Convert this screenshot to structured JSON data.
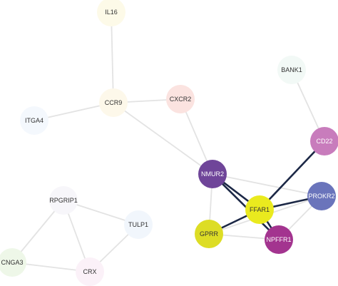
{
  "network": {
    "nodes": [
      {
        "id": "IL16",
        "label": "IL16",
        "fill": "#fdfae8",
        "text": "#333333"
      },
      {
        "id": "CCR9",
        "label": "CCR9",
        "fill": "#fdf8ea",
        "text": "#333333"
      },
      {
        "id": "CXCR2",
        "label": "CXCR2",
        "fill": "#fbe3e0",
        "text": "#333333"
      },
      {
        "id": "ITGA4",
        "label": "ITGA4",
        "fill": "#f4f8fd",
        "text": "#333333"
      },
      {
        "id": "BANK1",
        "label": "BANK1",
        "fill": "#f2f9f6",
        "text": "#333333"
      },
      {
        "id": "CD22",
        "label": "CD22",
        "fill": "#c87cbc",
        "text": "#ffffff"
      },
      {
        "id": "NMUR2",
        "label": "NMUR2",
        "fill": "#6f4599",
        "text": "#ffffff"
      },
      {
        "id": "PROKR2",
        "label": "PROKR2",
        "fill": "#6a74bb",
        "text": "#ffffff"
      },
      {
        "id": "FFAR1",
        "label": "FFAR1",
        "fill": "#eaea1e",
        "text": "#333333"
      },
      {
        "id": "GPRR",
        "label": "GPRR",
        "fill": "#dddd25",
        "text": "#333333"
      },
      {
        "id": "NPFFR1",
        "label": "NPFFR1",
        "fill": "#a3348f",
        "text": "#ffffff"
      },
      {
        "id": "RPGRIP1",
        "label": "RPGRIP1",
        "fill": "#f7f6fa",
        "text": "#333333"
      },
      {
        "id": "TULP1",
        "label": "TULP1",
        "fill": "#f1f6fc",
        "text": "#333333"
      },
      {
        "id": "CNGA3",
        "label": "CNGA3",
        "fill": "#eef7e8",
        "text": "#333333"
      },
      {
        "id": "CRX",
        "label": "CRX",
        "fill": "#fbf1f8",
        "text": "#333333"
      }
    ],
    "edges": [
      {
        "source": "IL16",
        "target": "CCR9",
        "weight": "weak"
      },
      {
        "source": "CCR9",
        "target": "CXCR2",
        "weight": "weak"
      },
      {
        "source": "CCR9",
        "target": "ITGA4",
        "weight": "weak"
      },
      {
        "source": "CCR9",
        "target": "NMUR2",
        "weight": "weak"
      },
      {
        "source": "CXCR2",
        "target": "NMUR2",
        "weight": "weak"
      },
      {
        "source": "BANK1",
        "target": "CD22",
        "weight": "weak"
      },
      {
        "source": "NMUR2",
        "target": "PROKR2",
        "weight": "weak"
      },
      {
        "source": "NMUR2",
        "target": "GPRR",
        "weight": "weak"
      },
      {
        "source": "GPRR",
        "target": "NPFFR1",
        "weight": "weak"
      },
      {
        "source": "PROKR2",
        "target": "GPRR",
        "weight": "weak"
      },
      {
        "source": "PROKR2",
        "target": "NPFFR1",
        "weight": "weak"
      },
      {
        "source": "NMUR2",
        "target": "FFAR1",
        "weight": "strong"
      },
      {
        "source": "NMUR2",
        "target": "NPFFR1",
        "weight": "strong"
      },
      {
        "source": "CD22",
        "target": "FFAR1",
        "weight": "strong"
      },
      {
        "source": "FFAR1",
        "target": "PROKR2",
        "weight": "strong"
      },
      {
        "source": "FFAR1",
        "target": "GPRR",
        "weight": "strong"
      },
      {
        "source": "FFAR1",
        "target": "NPFFR1",
        "weight": "strong"
      },
      {
        "source": "RPGRIP1",
        "target": "TULP1",
        "weight": "weak"
      },
      {
        "source": "RPGRIP1",
        "target": "CNGA3",
        "weight": "weak"
      },
      {
        "source": "RPGRIP1",
        "target": "CRX",
        "weight": "weak"
      },
      {
        "source": "TULP1",
        "target": "CRX",
        "weight": "weak"
      },
      {
        "source": "CNGA3",
        "target": "CRX",
        "weight": "weak"
      }
    ]
  },
  "colors": {
    "edge_weak": "#e3e3e3",
    "edge_strong": "#1c2846",
    "background": "#ffffff"
  }
}
